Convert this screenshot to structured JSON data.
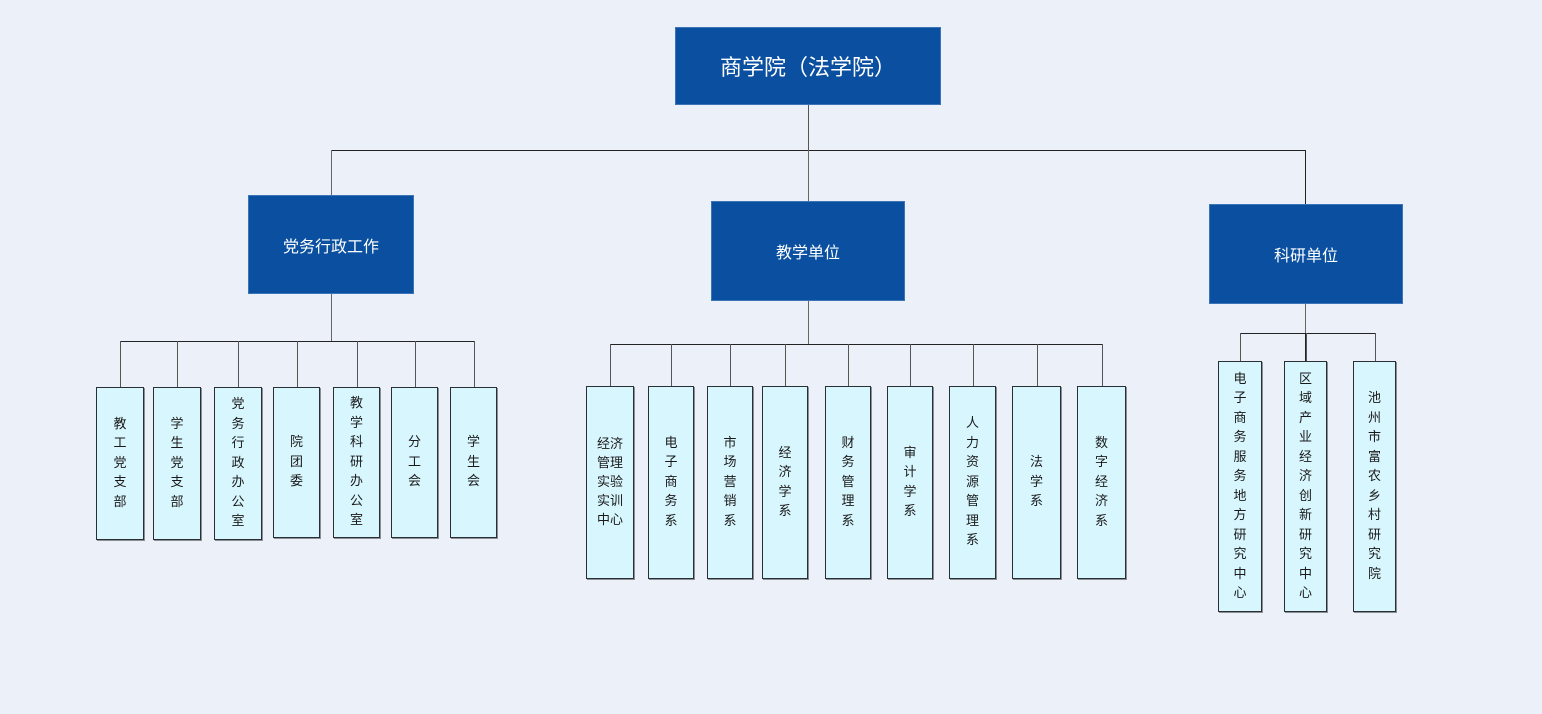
{
  "chart_title": "",
  "colors": {
    "background": "#ecf0f9",
    "dark_node_fill": "#0a4fa0",
    "dark_node_text": "#ffffff",
    "leaf_fill": "#d8f6fe",
    "leaf_border": "#2a2f36",
    "connector": "#222222"
  },
  "root": {
    "label": "商学院（法学院）"
  },
  "branches": [
    {
      "label": "党务行政工作",
      "children": [
        "教工党支部",
        "学生党支部",
        "党务行政办公室",
        "院团委",
        "教学科研办公室",
        "分工会",
        "学生会"
      ]
    },
    {
      "label": "教学单位",
      "children": [
        "经济管理实验实训中心",
        "电子商务系",
        "市场营销系",
        "经济学系",
        "财务管理系",
        "审计学系",
        "人力资源管理系",
        "法学系",
        "数字经济系"
      ]
    },
    {
      "label": "科研单位",
      "children": [
        "电子商务服务地方研究中心",
        "区域产业经济创新研究中心",
        "池州市富农乡村研究院"
      ]
    }
  ],
  "special_layouts": {
    "经济管理实验实训中心": [
      "经济",
      "管理",
      "实验",
      "实训",
      "中心"
    ]
  }
}
